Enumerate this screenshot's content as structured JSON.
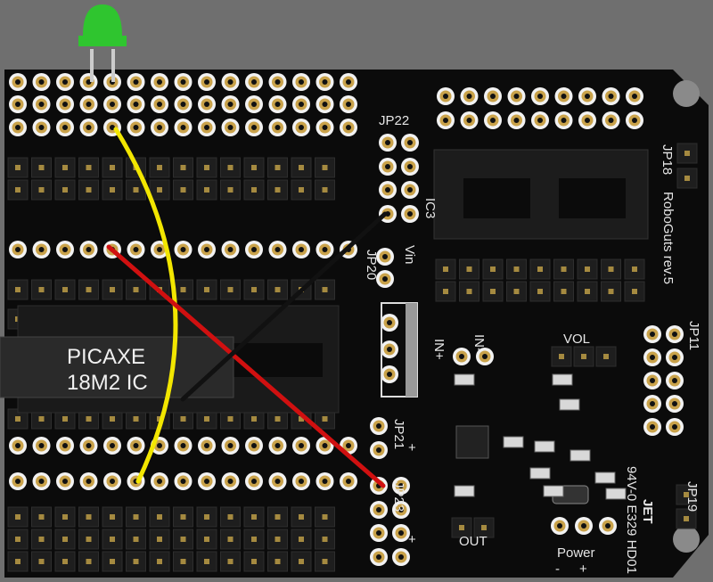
{
  "board": {
    "name": "RoboGuts rev.5",
    "ic_label_line1": "PICAXE",
    "ic_label_line2": "18M2 IC",
    "labels": {
      "jp22": "JP22",
      "jp18": "JP18",
      "ic3": "IC3",
      "vin": "Vin",
      "jp20": "JP20",
      "jp11": "JP11",
      "in_plus": "IN+",
      "in_minus": "IN-",
      "vol": "VOL",
      "jp21": "JP21",
      "jp23": "JP23",
      "jp19": "JP19",
      "out": "OUT",
      "power": "Power",
      "plus": "+",
      "minus": "-",
      "cert": "94V-0 E329 HD01",
      "maker": "JET"
    }
  },
  "wires": [
    {
      "name": "yellow-wire",
      "color": "#f2e600"
    },
    {
      "name": "red-wire",
      "color": "#d01010"
    },
    {
      "name": "black-wire",
      "color": "#111111"
    }
  ],
  "led": {
    "color": "#2fc52f"
  }
}
